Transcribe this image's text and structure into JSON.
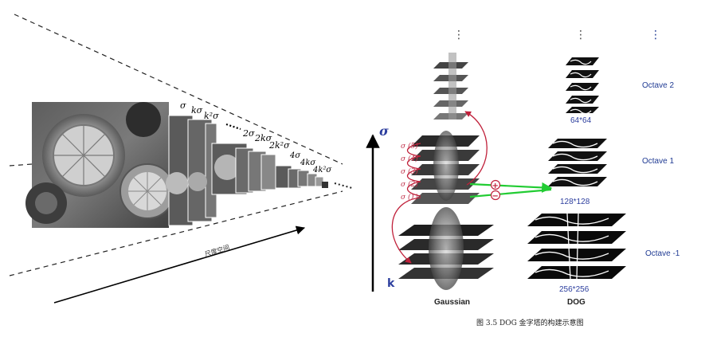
{
  "left_panel": {
    "scale_labels_row1": [
      "σ",
      "kσ",
      "k²σ"
    ],
    "scale_labels_row2": [
      "2σ",
      "2kσ",
      "2k²σ"
    ],
    "scale_labels_row3": [
      "4σ",
      "4kσ",
      "4k²σ"
    ],
    "axis_label": "尺度空间"
  },
  "right_panel": {
    "top_dots": [
      "⋮",
      "⋮",
      "⋮"
    ],
    "octave_labels": [
      "Octave 2",
      "Octave 1",
      "Octave -1"
    ],
    "dog_sizes": [
      "64*64",
      "128*128",
      "256*256"
    ],
    "sigma_labels": [
      "σ (5)",
      "σ (4)",
      "σ (3)",
      "σ (2)",
      "σ (1)"
    ],
    "axis_sigma": "σ",
    "axis_k": "k",
    "column_labels": [
      "Gaussian",
      "DOG"
    ],
    "plus_sign": "+",
    "minus_sign": "−"
  },
  "caption": "图 3.5 DOG 金字塔的构建示意图",
  "colors": {
    "octave_label": "#1f3a93",
    "size_label": "#2c3e9e",
    "sigma_label": "#c0304a",
    "arrow_red": "#c0203a",
    "arrow_green": "#22cc33"
  }
}
